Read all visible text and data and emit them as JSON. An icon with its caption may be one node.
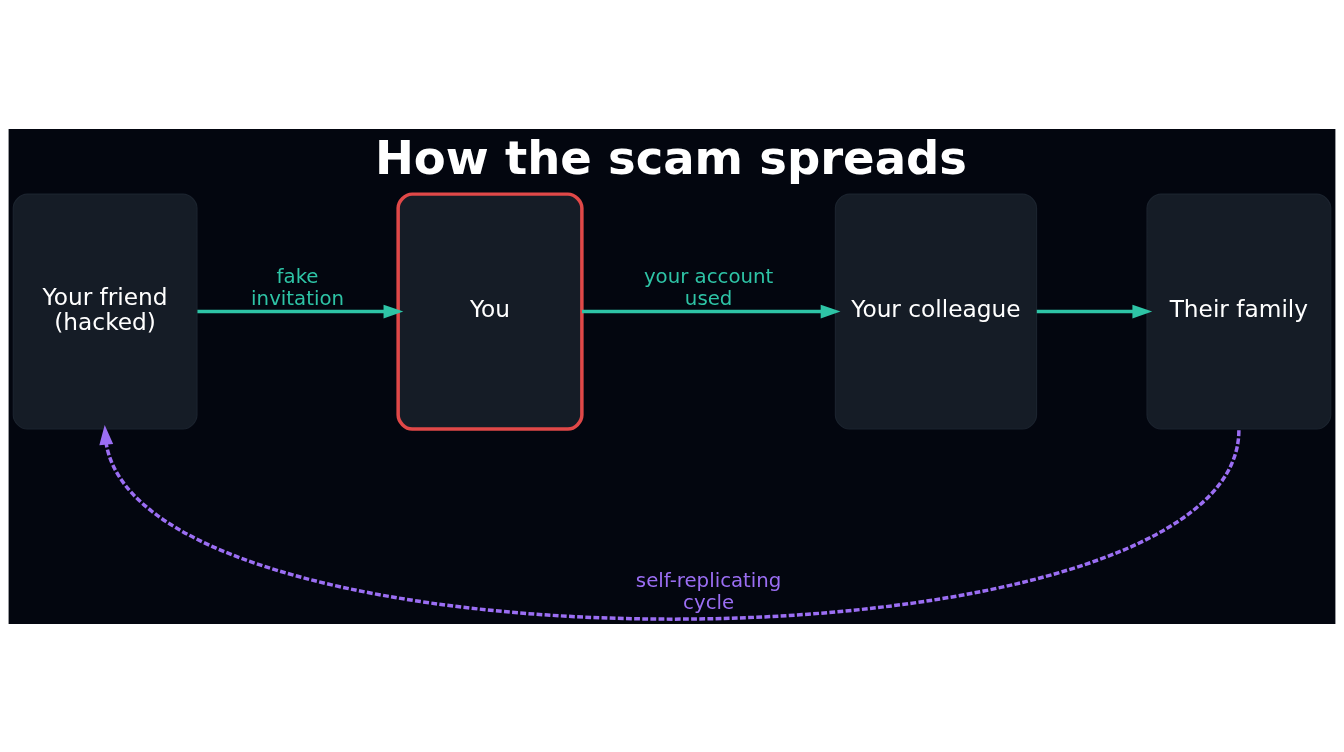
{
  "diagram": {
    "title": "How the scam spreads",
    "nodes": [
      {
        "text": [
          "Your friend (hacked)"
        ]
      },
      {
        "text": [
          "You"
        ]
      },
      {
        "text": [
          "Your colleague"
        ]
      },
      {
        "text": [
          "Their family"
        ]
      }
    ],
    "edges": [
      {
        "from": 0,
        "to": 1,
        "arrow": "to",
        "label": "fake invitation"
      },
      {
        "from": 1,
        "to": 2,
        "arrow": "to",
        "label": "your account used"
      },
      {
        "from": 2,
        "to": 3,
        "arrow": "to"
      },
      {
        "from": 3,
        "to": 0,
        "arrow": "to",
        "label": "self-replicating cycle",
        "style": "dashed",
        "color": "#9b6ef3"
      }
    ]
  }
}
